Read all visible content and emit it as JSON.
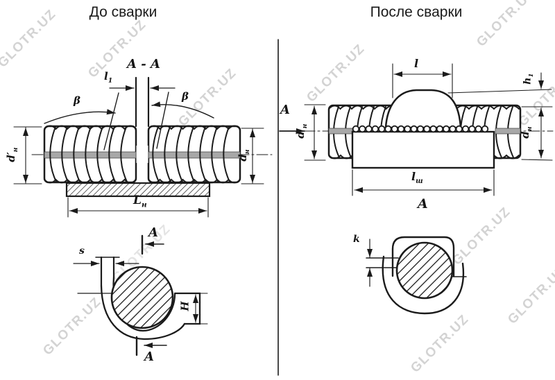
{
  "watermark": "GLOTR.UZ",
  "left_panel": {
    "title": "До сварки",
    "section_label": "A - A",
    "dims": {
      "gap": {
        "base": "l",
        "sub": "1"
      },
      "angle_left": "β",
      "angle_right": "β",
      "dia_left": {
        "base": "d′",
        "sub": "н"
      },
      "dia_right": {
        "base": "d",
        "sub": "н"
      },
      "plate_length": {
        "base": "L",
        "sub": "н"
      }
    },
    "section_view": {
      "arrow_top": "A",
      "arrow_bottom": "A",
      "wall_thickness": "s",
      "flange_height": "H"
    }
  },
  "right_panel": {
    "title": "После сварки",
    "view_arrow": "A",
    "dims": {
      "weld_length": "l",
      "reinforcement_height": {
        "base": "h",
        "sub": "1"
      },
      "dia_left": {
        "base": "d′",
        "sub": "н"
      },
      "dia_right": {
        "base": "d",
        "sub": "н"
      },
      "seam_length": {
        "base": "l",
        "sub": "ш"
      },
      "gap_offset": "k"
    },
    "view_label": "A"
  }
}
